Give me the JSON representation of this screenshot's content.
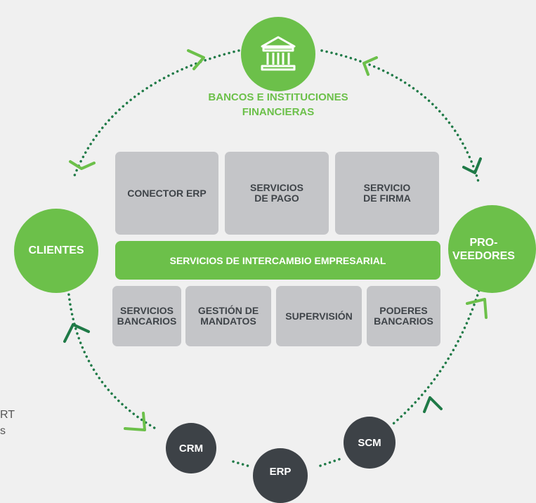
{
  "banks": {
    "label": "BANCOS E INSTITUCIONES\nFINANCIERAS",
    "icon": "bank-building-icon"
  },
  "clients": {
    "label": "CLIENTES"
  },
  "suppliers": {
    "label": "PRO-\nVEEDORES"
  },
  "top_boxes": [
    {
      "label": "CONECTOR ERP"
    },
    {
      "label": "SERVICIOS\nDE PAGO"
    },
    {
      "label": "SERVICIO\nDE FIRMA"
    }
  ],
  "middle_bar": {
    "label": "SERVICIOS DE INTERCAMBIO EMPRESARIAL"
  },
  "bottom_boxes": [
    {
      "label": "SERVICIOS\nBANCARIOS"
    },
    {
      "label": "GESTIÓN DE\nMANDATOS"
    },
    {
      "label": "SUPERVISIÓN"
    },
    {
      "label": "PODERES\nBANCARIOS"
    }
  ],
  "systems": [
    {
      "label": "CRM"
    },
    {
      "label": "ERP"
    },
    {
      "label": "SCM"
    }
  ],
  "cropped_text": [
    "RT",
    "s"
  ],
  "colors": {
    "green": "#6cc04a",
    "dark_green": "#1f7a47",
    "box_gray": "#c4c5c8",
    "dark_node": "#3d4247"
  }
}
